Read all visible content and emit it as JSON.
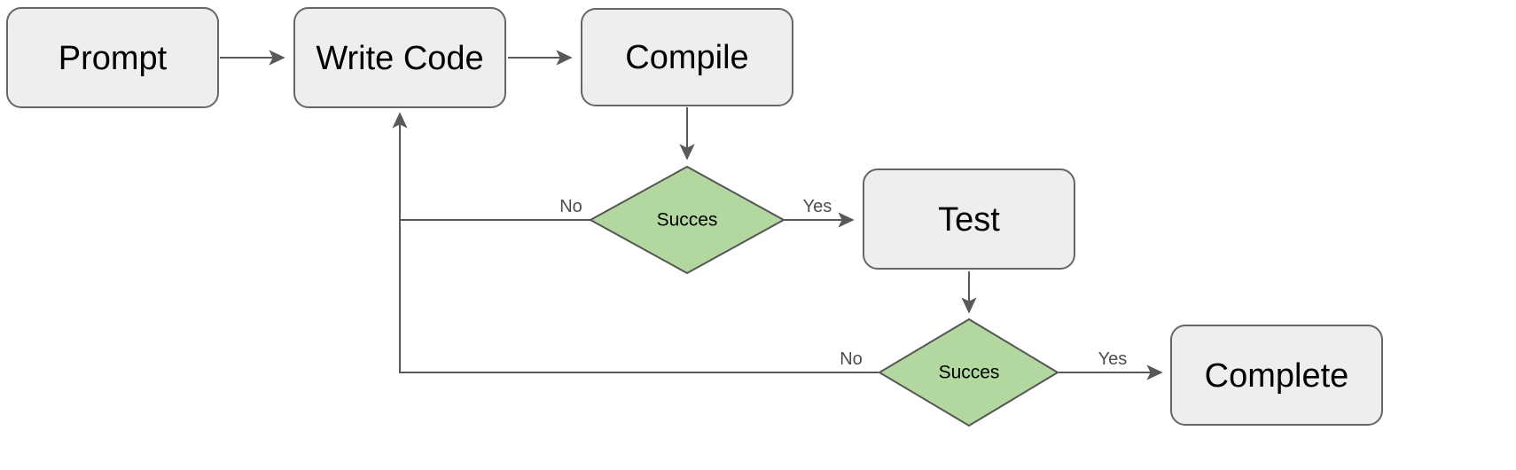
{
  "diagram": {
    "type": "flowchart",
    "title": "",
    "background_color": "#ffffff",
    "palette": {
      "process_fill": "#eeeeee",
      "process_stroke": "#666666",
      "decision_fill": "#b2d8a0",
      "decision_stroke": "#555555",
      "edge_stroke": "#595959",
      "node_text": "#000000",
      "edge_label_text": "#4d4d4d"
    },
    "nodes": [
      {
        "id": "prompt",
        "shape": "rounded-rect",
        "label": "Prompt"
      },
      {
        "id": "write-code",
        "shape": "rounded-rect",
        "label": "Write Code"
      },
      {
        "id": "compile",
        "shape": "rounded-rect",
        "label": "Compile"
      },
      {
        "id": "succes-1",
        "shape": "diamond",
        "label": "Succes"
      },
      {
        "id": "test",
        "shape": "rounded-rect",
        "label": "Test"
      },
      {
        "id": "succes-2",
        "shape": "diamond",
        "label": "Succes"
      },
      {
        "id": "complete",
        "shape": "rounded-rect",
        "label": "Complete"
      }
    ],
    "edges": [
      {
        "id": "e1",
        "from": "prompt",
        "to": "write-code",
        "label": ""
      },
      {
        "id": "e2",
        "from": "write-code",
        "to": "compile",
        "label": ""
      },
      {
        "id": "e3",
        "from": "compile",
        "to": "succes-1",
        "label": ""
      },
      {
        "id": "e4",
        "from": "succes-1",
        "to": "test",
        "label": "Yes"
      },
      {
        "id": "e5",
        "from": "succes-1",
        "to": "write-code",
        "label": "No"
      },
      {
        "id": "e6",
        "from": "test",
        "to": "succes-2",
        "label": ""
      },
      {
        "id": "e7",
        "from": "succes-2",
        "to": "complete",
        "label": "Yes"
      },
      {
        "id": "e8",
        "from": "succes-2",
        "to": "write-code",
        "label": "No"
      }
    ]
  }
}
